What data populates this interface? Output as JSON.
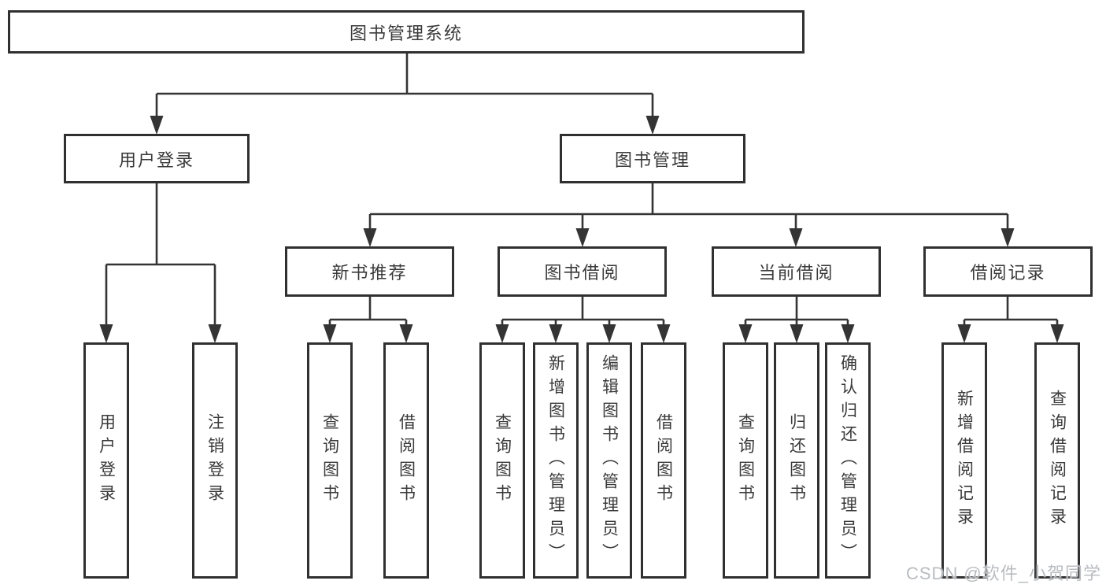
{
  "tree": {
    "label": "图书管理系统",
    "children": [
      {
        "label": "用户登录",
        "children": [
          {
            "label": "用户登录"
          },
          {
            "label": "注销登录"
          }
        ]
      },
      {
        "label": "图书管理",
        "children": [
          {
            "label": "新书推荐",
            "children": [
              {
                "label": "查询图书"
              },
              {
                "label": "借阅图书"
              }
            ]
          },
          {
            "label": "图书借阅",
            "children": [
              {
                "label": "查询图书"
              },
              {
                "label": "新增图书（管理员）"
              },
              {
                "label": "编辑图书（管理员）"
              },
              {
                "label": "借阅图书"
              }
            ]
          },
          {
            "label": "当前借阅",
            "children": [
              {
                "label": "查询图书"
              },
              {
                "label": "归还图书"
              },
              {
                "label": "确认归还（管理员）"
              }
            ]
          },
          {
            "label": "借阅记录",
            "children": [
              {
                "label": "新增借阅记录"
              },
              {
                "label": "查询借阅记录"
              }
            ]
          }
        ]
      }
    ]
  },
  "watermark": {
    "text": "CSDN @软件_小贺同学"
  },
  "colors": {
    "line": "#343434",
    "box_border": "#303030",
    "text": "#3a3a3a",
    "watermark": "#b9bcc0",
    "background": "#ffffff"
  }
}
